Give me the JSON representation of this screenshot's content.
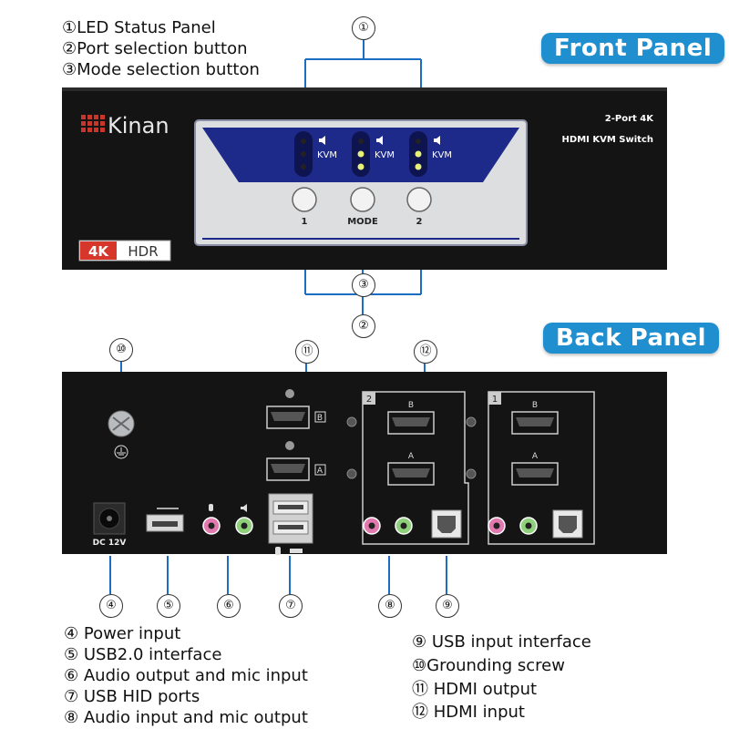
{
  "front_legend": [
    "①LED Status Panel",
    "②Port selection button",
    "③Mode selection button"
  ],
  "front_title": "Front Panel",
  "back_title": "Back Panel",
  "brand": "Kinan",
  "badge_4k": "4K",
  "badge_hdr": "HDR",
  "model_line1": "2-Port 4K",
  "model_line2": "HDMI KVM Switch",
  "led_label": "KVM",
  "button_labels": [
    "1",
    "MODE",
    "2"
  ],
  "dc_label": "DC  12V",
  "port_letters": {
    "b": "B",
    "a": "A"
  },
  "group_numbers": [
    "2",
    "1"
  ],
  "callouts": {
    "c1": "①",
    "c2": "②",
    "c3": "③",
    "c4": "④",
    "c5": "⑤",
    "c6": "⑥",
    "c7": "⑦",
    "c8": "⑧",
    "c9": "⑨",
    "c10": "⑩",
    "c11": "⑪",
    "c12": "⑫"
  },
  "back_legend_left": [
    "④ Power input",
    "⑤ USB2.0 interface",
    "⑥ Audio output and mic input",
    "⑦ USB HID ports",
    "⑧ Audio input and mic output"
  ],
  "back_legend_right": [
    "⑨ USB input interface",
    "⑩Grounding screw",
    "⑪ HDMI output",
    "⑫ HDMI input"
  ],
  "colors": {
    "accent": "#1f8fd0",
    "panel": "#141414",
    "leader": "#1a6fc4",
    "navy": "#1d2a8a"
  }
}
